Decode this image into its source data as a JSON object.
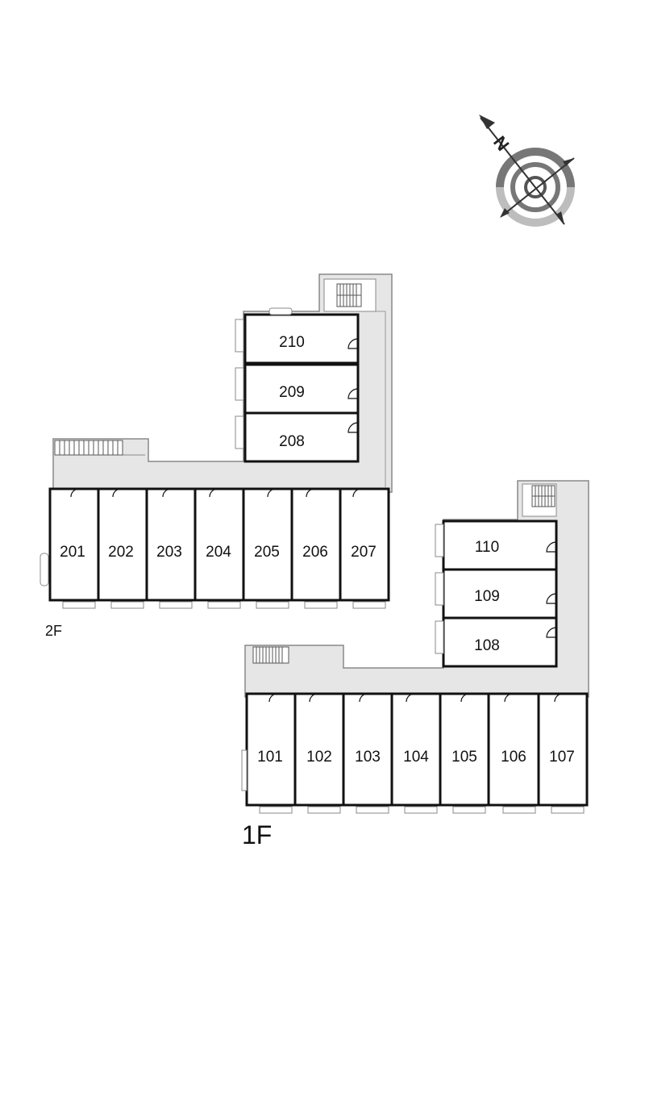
{
  "compass": {
    "north_label": "N",
    "icon": "compass-rose-icon"
  },
  "colors": {
    "corridor": "#e6e6e6",
    "wall": "#111111",
    "outline": "#888888"
  },
  "floor2": {
    "label": "2F",
    "units": [
      "201",
      "202",
      "203",
      "204",
      "205",
      "206",
      "207",
      "208",
      "209",
      "210"
    ]
  },
  "floor1": {
    "label": "1F",
    "units": [
      "101",
      "102",
      "103",
      "104",
      "105",
      "106",
      "107",
      "108",
      "109",
      "110"
    ]
  }
}
